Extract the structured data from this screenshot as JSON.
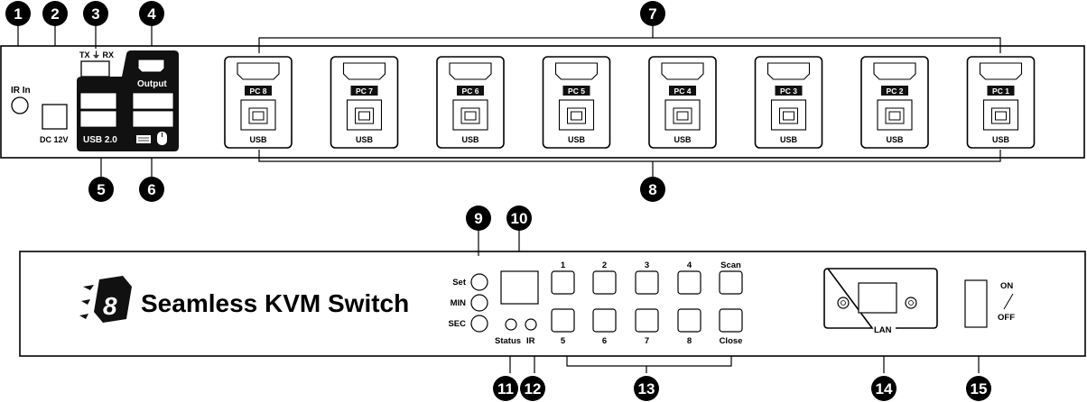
{
  "callouts": [
    "1",
    "2",
    "3",
    "4",
    "5",
    "6",
    "7",
    "8",
    "9",
    "10",
    "11",
    "12",
    "13",
    "14",
    "15"
  ],
  "rear_panel": {
    "ir_in_label": "IR In",
    "dc_label": "DC 12V",
    "txrx_label": "TX ⏚ RX",
    "usb_label": "USB 2.0",
    "output_label": "Output",
    "pc_ports": [
      {
        "name": "PC 8",
        "usb": "USB"
      },
      {
        "name": "PC 7",
        "usb": "USB"
      },
      {
        "name": "PC 6",
        "usb": "USB"
      },
      {
        "name": "PC 5",
        "usb": "USB"
      },
      {
        "name": "PC 4",
        "usb": "USB"
      },
      {
        "name": "PC 3",
        "usb": "USB"
      },
      {
        "name": "PC 2",
        "usb": "USB"
      },
      {
        "name": "PC 1",
        "usb": "USB"
      }
    ]
  },
  "front_panel": {
    "brand_logo_char": "8",
    "title": "Seamless KVM Switch",
    "knob_labels": [
      "Set",
      "MIN",
      "SEC"
    ],
    "status_label": "Status",
    "ir_label": "IR",
    "top_buttons": [
      "1",
      "2",
      "3",
      "4",
      "Scan"
    ],
    "bottom_buttons": [
      "5",
      "6",
      "7",
      "8",
      "Close"
    ],
    "lan_label": "LAN",
    "on_label": "ON",
    "off_label": "OFF"
  }
}
